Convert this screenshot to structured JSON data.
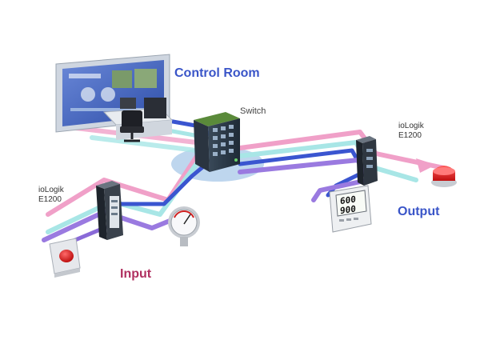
{
  "labels": {
    "control_room": "Control Room",
    "switch": "Switch",
    "iologik_right_line1": "ioLogik",
    "iologik_right_line2": "E1200",
    "iologik_left_line1": "ioLogik",
    "iologik_left_line2": "E1200",
    "output": "Output",
    "input": "Input"
  },
  "display": {
    "line1": "600",
    "line2": "900"
  },
  "colors": {
    "cable_pink": "#f0a0c8",
    "cable_cyan": "#a8e6e6",
    "cable_blue": "#3a55d0",
    "cable_purple": "#9a7ae0",
    "control_room_text": "#3a55c8",
    "output_text": "#3a55c8",
    "input_text": "#b03060",
    "switch_shadow": "#a8c8e8",
    "alarm_red": "#e02020"
  }
}
